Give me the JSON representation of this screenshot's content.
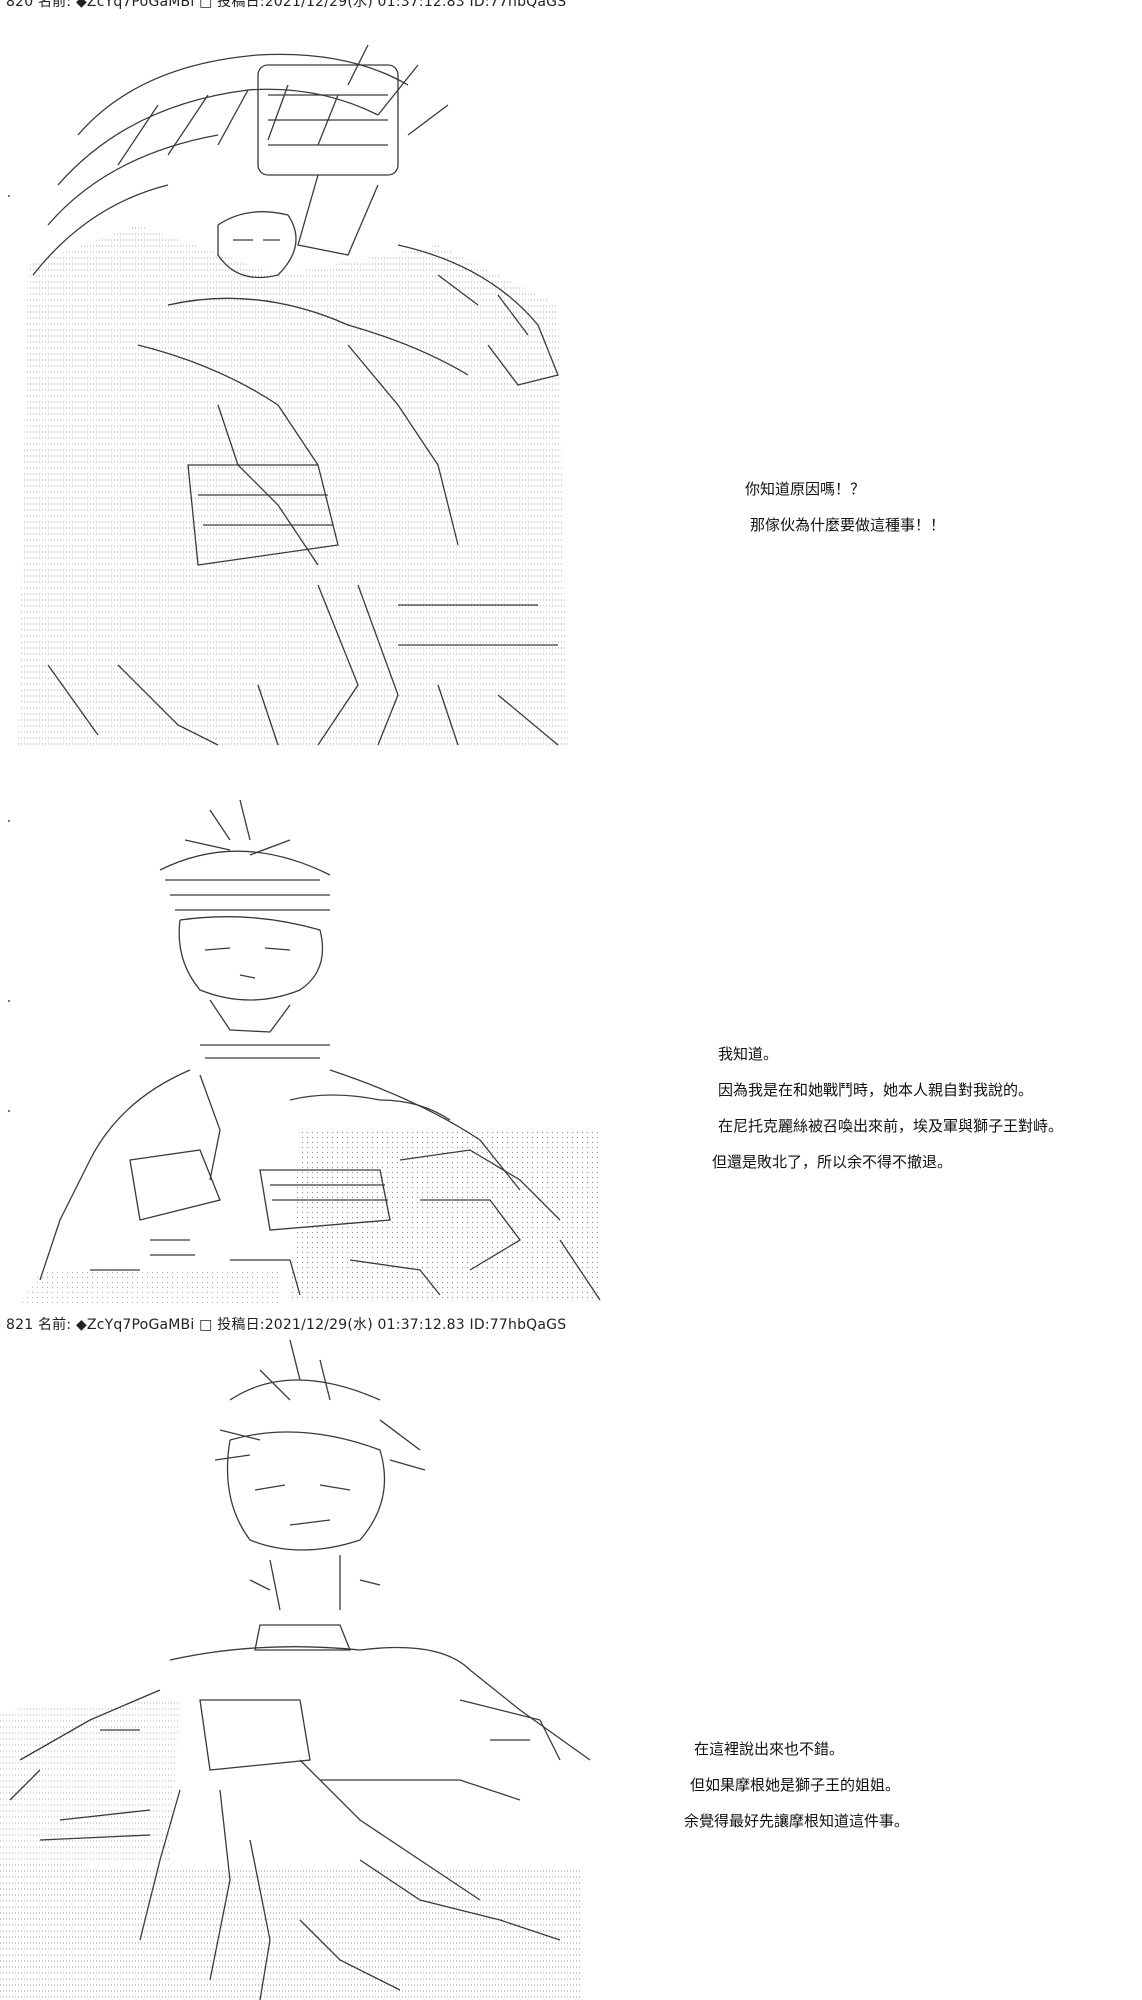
{
  "posts": [
    {
      "id": "post-820",
      "header": "820 名前: ◆ZcYq7PoGaMBi □ 投稿日:2021/12/29(水) 01:37:12.83 ID:77hbQaGS",
      "panels": [
        {
          "art_icon": "ascii-art-knight-on-horseback",
          "dialogue": [
            "你知道原因嗎！？",
            "那傢伙為什麼要做這種事！！"
          ]
        },
        {
          "art_icon": "ascii-art-armored-warrior",
          "dialogue": [
            "我知道。",
            "因為我是在和她戰鬥時，她本人親自對我說的。",
            "在尼托克麗絲被召喚出來前，埃及軍與獅子王對峙。",
            "但還是敗北了，所以余不得不撤退。"
          ]
        }
      ]
    },
    {
      "id": "post-821",
      "header": "821 名前: ◆ZcYq7PoGaMBi □ 投稿日:2021/12/29(水) 01:37:12.83 ID:77hbQaGS",
      "panels": [
        {
          "art_icon": "ascii-art-caped-hero",
          "dialogue": [
            "在這裡說出來也不錯。",
            "但如果摩根她是獅子王的姐姐。",
            "余覺得最好先讓摩根知道這件事。"
          ]
        }
      ]
    }
  ],
  "colors": {
    "background": "#ffffff",
    "ink": "#111111",
    "art_stroke": "#3a3a3a",
    "art_hatch": "#9a9a9a"
  }
}
